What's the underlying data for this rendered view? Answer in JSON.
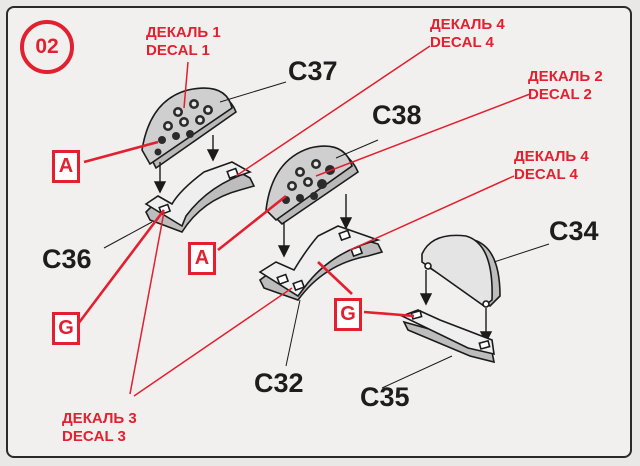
{
  "step": {
    "number": "02"
  },
  "decals": {
    "d1_ru": "ДЕКАЛЬ 1",
    "d1_en": "DECAL 1",
    "d4a_ru": "ДЕКАЛЬ 4",
    "d4a_en": "DECAL 4",
    "d2_ru": "ДЕКАЛЬ 2",
    "d2_en": "DECAL 2",
    "d4b_ru": "ДЕКАЛЬ 4",
    "d4b_en": "DECAL 4",
    "d3_ru": "ДЕКАЛЬ 3",
    "d3_en": "DECAL 3"
  },
  "parts": {
    "c37": "C37",
    "c38": "C38",
    "c34": "C34",
    "c36": "C36",
    "c32": "C32",
    "c35": "C35"
  },
  "callouts": {
    "a1": "A",
    "a2": "A",
    "g1": "G",
    "g2": "G"
  },
  "colors": {
    "accent": "#e2202f",
    "ink": "#1d1d1d"
  }
}
